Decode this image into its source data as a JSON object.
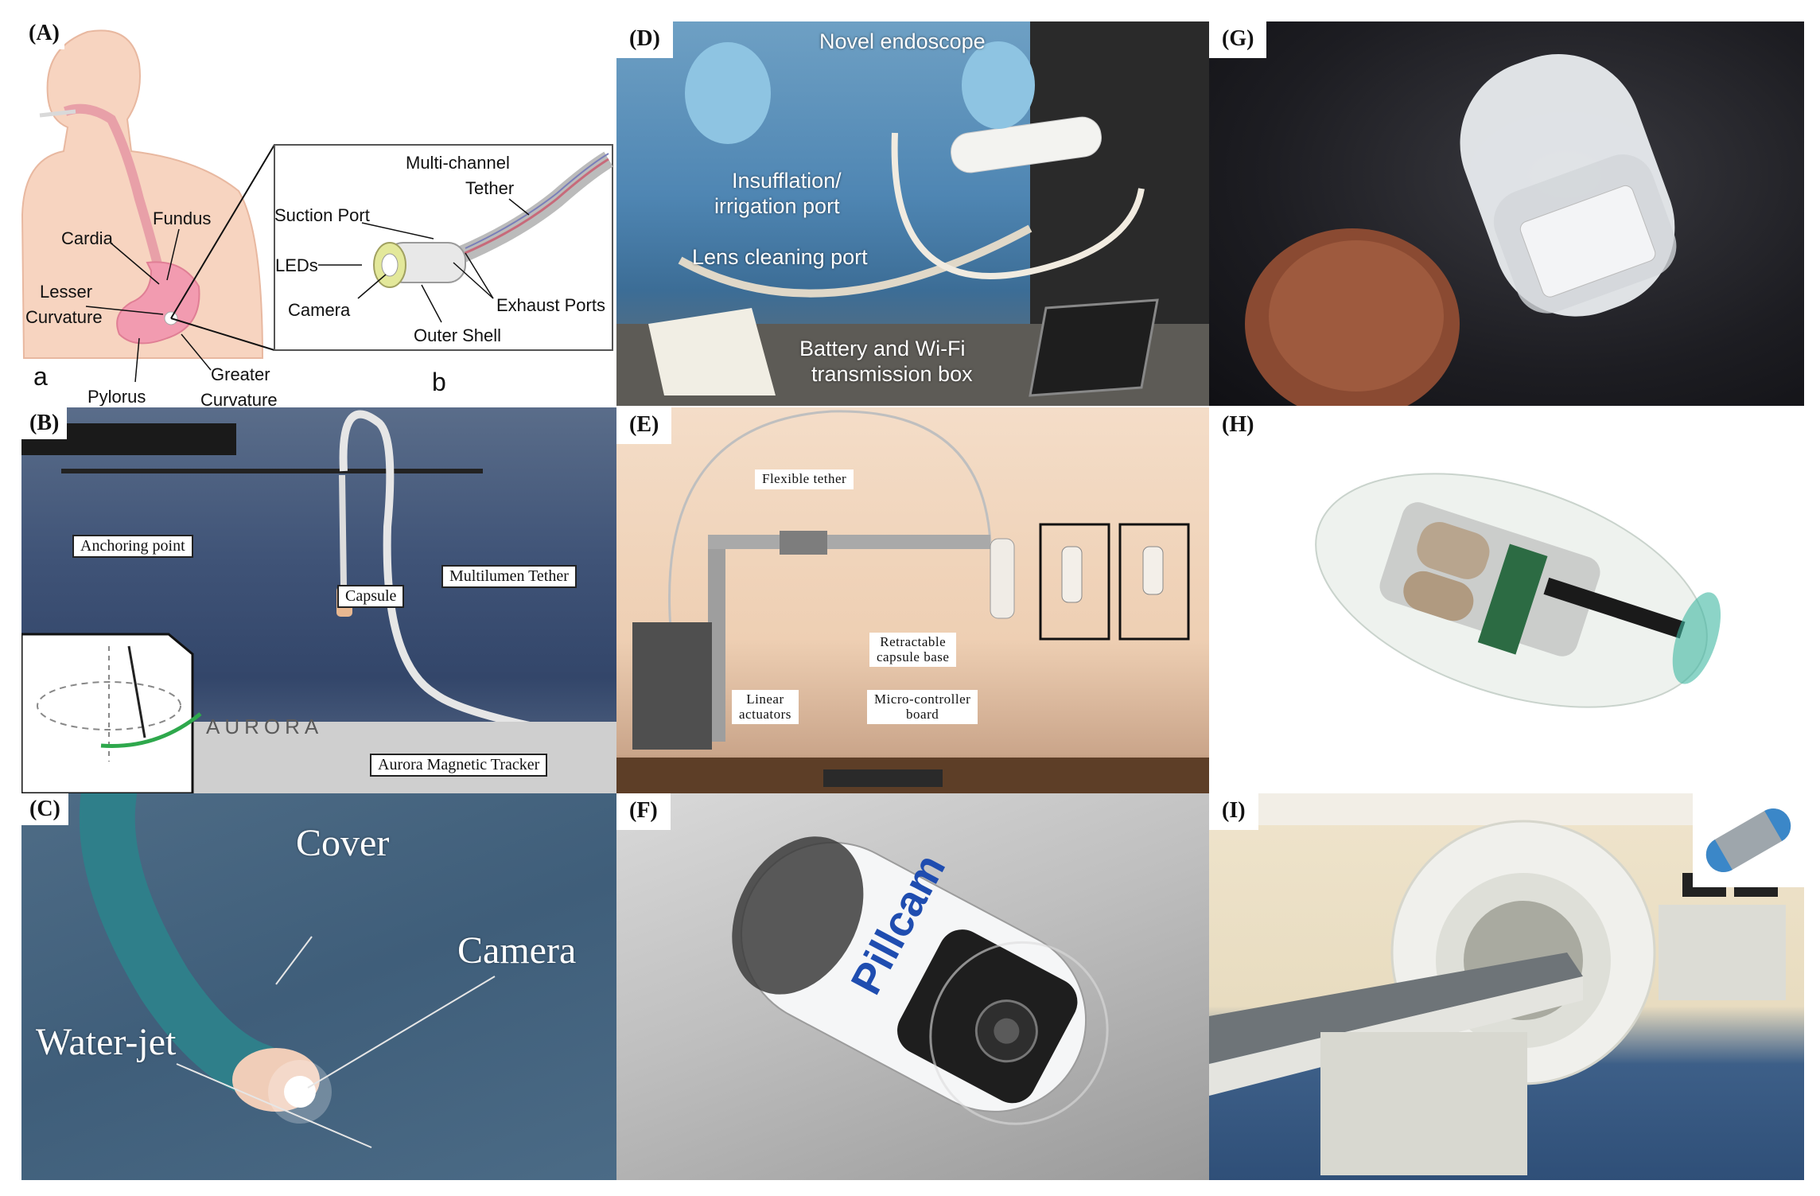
{
  "panels": {
    "A": {
      "label": "(A)",
      "sub_a": "a",
      "sub_b": "b",
      "anatomy": [
        "Fundus",
        "Cardia",
        "Lesser",
        "Curvature",
        "Pylorus",
        "Greater",
        "Curvature"
      ],
      "device": [
        "Multi-channel",
        "Tether",
        "Suction Port",
        "LEDs",
        "Camera",
        "Exhaust Ports",
        "Outer Shell"
      ]
    },
    "B": {
      "label": "(B)",
      "anchoring": "Anchoring point",
      "capsule": "Capsule",
      "tether": "Multilumen Tether",
      "tracker": "Aurora Magnetic Tracker",
      "brand": "AURORA"
    },
    "C": {
      "label": "(C)",
      "cover": "Cover",
      "camera": "Camera",
      "waterjet": "Water-jet"
    },
    "D": {
      "label": "(D)",
      "endoscope": "Novel endoscope",
      "insufflation_1": "Insufflation/",
      "insufflation_2": "irrigation port",
      "lens": "Lens cleaning port",
      "battery_1": "Battery and Wi-Fi",
      "battery_2": "transmission box"
    },
    "E": {
      "label": "(E)",
      "flexible": "Flexible tether",
      "retract_1": "Retractable",
      "retract_2": "capsule base",
      "linear_1": "Linear",
      "linear_2": "actuators",
      "micro_1": "Micro-controller",
      "micro_2": "board"
    },
    "F": {
      "label": "(F)",
      "brand": "Pillcam"
    },
    "G": {
      "label": "(G)"
    },
    "H": {
      "label": "(H)"
    },
    "I": {
      "label": "(I)"
    }
  }
}
